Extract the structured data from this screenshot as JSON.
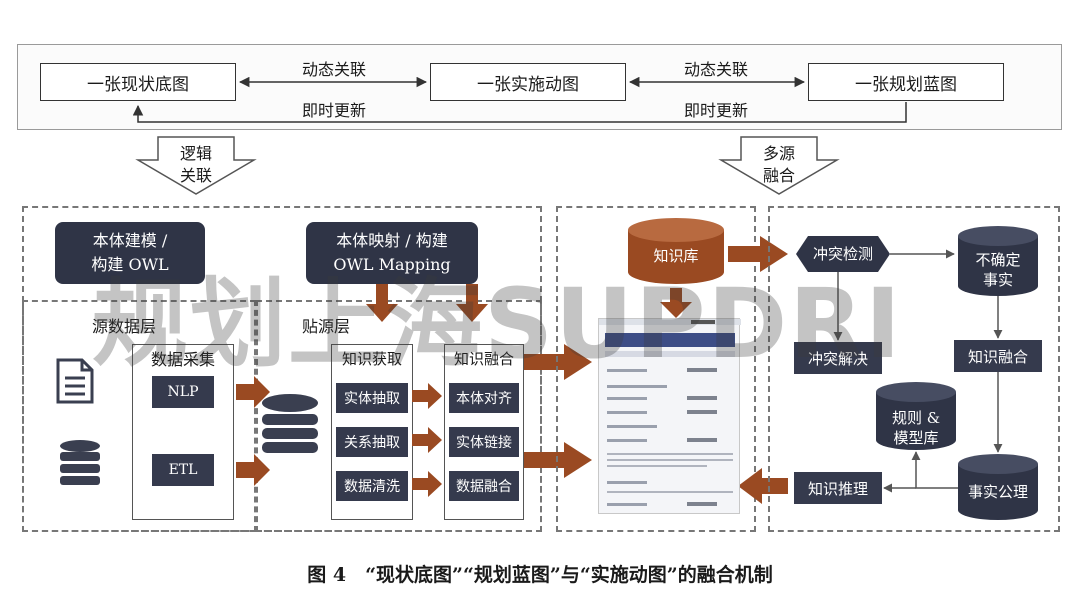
{
  "top": {
    "box_current": "一张现状底图",
    "box_implement": "一张实施动图",
    "box_plan": "一张规划蓝图",
    "link_left_top": "动态关联",
    "link_left_bottom": "即时更新",
    "link_right_top": "动态关联",
    "link_right_bottom": "即时更新"
  },
  "arrows": {
    "logic_line1": "逻辑",
    "logic_line2": "关联",
    "multi_line1": "多源",
    "multi_line2": "融合"
  },
  "left": {
    "ontology_model_line1": "本体建模 /",
    "ontology_model_line2": "构建 OWL",
    "ontology_map_line1": "本体映射 / 构建",
    "ontology_map_line2": "OWL Mapping",
    "source_layer": "源数据层",
    "paste_layer": "贴源层",
    "collect_title": "数据采集",
    "collect_items": [
      "NLP",
      "ETL"
    ],
    "extract_title": "知识获取",
    "extract_items": [
      "实体抽取",
      "关系抽取",
      "数据清洗"
    ],
    "fusion_title": "知识融合",
    "fusion_items": [
      "本体对齐",
      "实体链接",
      "数据融合"
    ]
  },
  "middle": {
    "kb": "知识库"
  },
  "right": {
    "conflict_detect": "冲突检测",
    "uncertain_line1": "不确定",
    "uncertain_line2": "事实",
    "conflict_resolve": "冲突解决",
    "knowledge_fusion": "知识融合",
    "rules_line1": "规则 &",
    "rules_line2": "模型库",
    "reasoning": "知识推理",
    "axiom": "事实公理"
  },
  "caption": "图 4　“现状底图”“规划蓝图”与“实施动图”的融合机制",
  "watermark": "规划上海SUPDRI",
  "colors": {
    "arrow": "#9a4a22",
    "dark": "#2f3446",
    "cylinder": "#2f3446",
    "kb": "#9a4a22"
  }
}
